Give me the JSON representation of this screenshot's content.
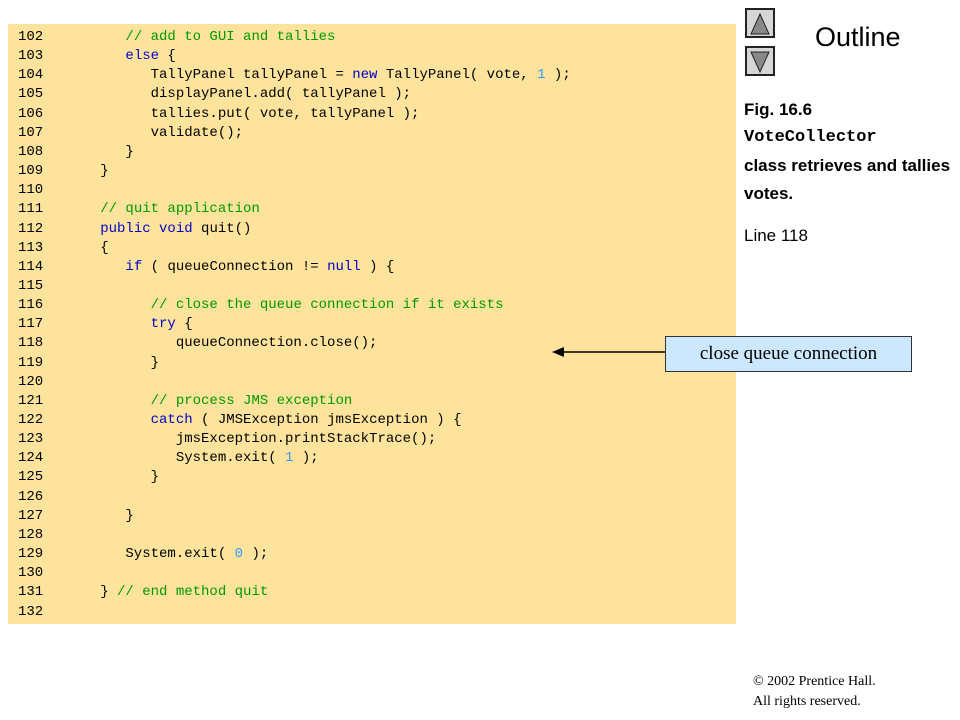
{
  "code_lines": [
    {
      "n": "102",
      "t": [
        {
          "s": "      "
        },
        {
          "s": "// add to GUI and tallies",
          "c": "cm"
        }
      ]
    },
    {
      "n": "103",
      "t": [
        {
          "s": "      "
        },
        {
          "s": "else",
          "c": "kw"
        },
        {
          "s": " {"
        }
      ]
    },
    {
      "n": "104",
      "t": [
        {
          "s": "         TallyPanel tallyPanel = "
        },
        {
          "s": "new",
          "c": "kw"
        },
        {
          "s": " TallyPanel( vote, "
        },
        {
          "s": "1",
          "c": "num"
        },
        {
          "s": " );"
        }
      ]
    },
    {
      "n": "105",
      "t": [
        {
          "s": "         displayPanel.add( tallyPanel );"
        }
      ]
    },
    {
      "n": "106",
      "t": [
        {
          "s": "         tallies.put( vote, tallyPanel );"
        }
      ]
    },
    {
      "n": "107",
      "t": [
        {
          "s": "         validate();"
        }
      ]
    },
    {
      "n": "108",
      "t": [
        {
          "s": "      }"
        }
      ]
    },
    {
      "n": "109",
      "t": [
        {
          "s": "   }"
        }
      ]
    },
    {
      "n": "110",
      "t": []
    },
    {
      "n": "111",
      "t": [
        {
          "s": "   "
        },
        {
          "s": "// quit application",
          "c": "cm"
        }
      ]
    },
    {
      "n": "112",
      "t": [
        {
          "s": "   "
        },
        {
          "s": "public void",
          "c": "kw"
        },
        {
          "s": " quit()"
        }
      ]
    },
    {
      "n": "113",
      "t": [
        {
          "s": "   {"
        }
      ]
    },
    {
      "n": "114",
      "t": [
        {
          "s": "      "
        },
        {
          "s": "if",
          "c": "kw"
        },
        {
          "s": " ( queueConnection != "
        },
        {
          "s": "null",
          "c": "kw"
        },
        {
          "s": " ) {"
        }
      ]
    },
    {
      "n": "115",
      "t": []
    },
    {
      "n": "116",
      "t": [
        {
          "s": "         "
        },
        {
          "s": "// close the queue connection if it exists",
          "c": "cm"
        }
      ]
    },
    {
      "n": "117",
      "t": [
        {
          "s": "         "
        },
        {
          "s": "try",
          "c": "kw"
        },
        {
          "s": " {"
        }
      ]
    },
    {
      "n": "118",
      "t": [
        {
          "s": "            queueConnection.close();"
        }
      ]
    },
    {
      "n": "119",
      "t": [
        {
          "s": "         }"
        }
      ]
    },
    {
      "n": "120",
      "t": []
    },
    {
      "n": "121",
      "t": [
        {
          "s": "         "
        },
        {
          "s": "// process JMS exception",
          "c": "cm"
        }
      ]
    },
    {
      "n": "122",
      "t": [
        {
          "s": "         "
        },
        {
          "s": "catch",
          "c": "kw"
        },
        {
          "s": " ( JMSException jmsException ) {"
        }
      ]
    },
    {
      "n": "123",
      "t": [
        {
          "s": "            jmsException.printStackTrace();"
        }
      ]
    },
    {
      "n": "124",
      "t": [
        {
          "s": "            System.exit( "
        },
        {
          "s": "1",
          "c": "num"
        },
        {
          "s": " );"
        }
      ]
    },
    {
      "n": "125",
      "t": [
        {
          "s": "         }"
        }
      ]
    },
    {
      "n": "126",
      "t": []
    },
    {
      "n": "127",
      "t": [
        {
          "s": "      }"
        }
      ]
    },
    {
      "n": "128",
      "t": []
    },
    {
      "n": "129",
      "t": [
        {
          "s": "      System.exit( "
        },
        {
          "s": "0",
          "c": "num"
        },
        {
          "s": " );"
        }
      ]
    },
    {
      "n": "130",
      "t": []
    },
    {
      "n": "131",
      "t": [
        {
          "s": "   } "
        },
        {
          "s": "// end method quit",
          "c": "cm"
        }
      ]
    },
    {
      "n": "132",
      "t": []
    }
  ],
  "sidebar": {
    "outline_title": "Outline",
    "fig_label": "Fig. 16.6",
    "fig_class": "VoteCollector",
    "fig_desc": "class retrieves and tallies votes.",
    "line_ref": "Line 118",
    "prev_icon": "triangle-up-icon",
    "next_icon": "triangle-down-icon"
  },
  "callout": {
    "text": "close queue connection"
  },
  "footer": {
    "copyright_symbol": "©",
    "copyright_year": "2002 Prentice Hall.",
    "rights": "All rights reserved."
  },
  "colors": {
    "code_bg": "#fde39c",
    "keyword": "#0000cc",
    "comment": "#009900",
    "number": "#3399ff",
    "callout_bg": "#cce8ff"
  }
}
